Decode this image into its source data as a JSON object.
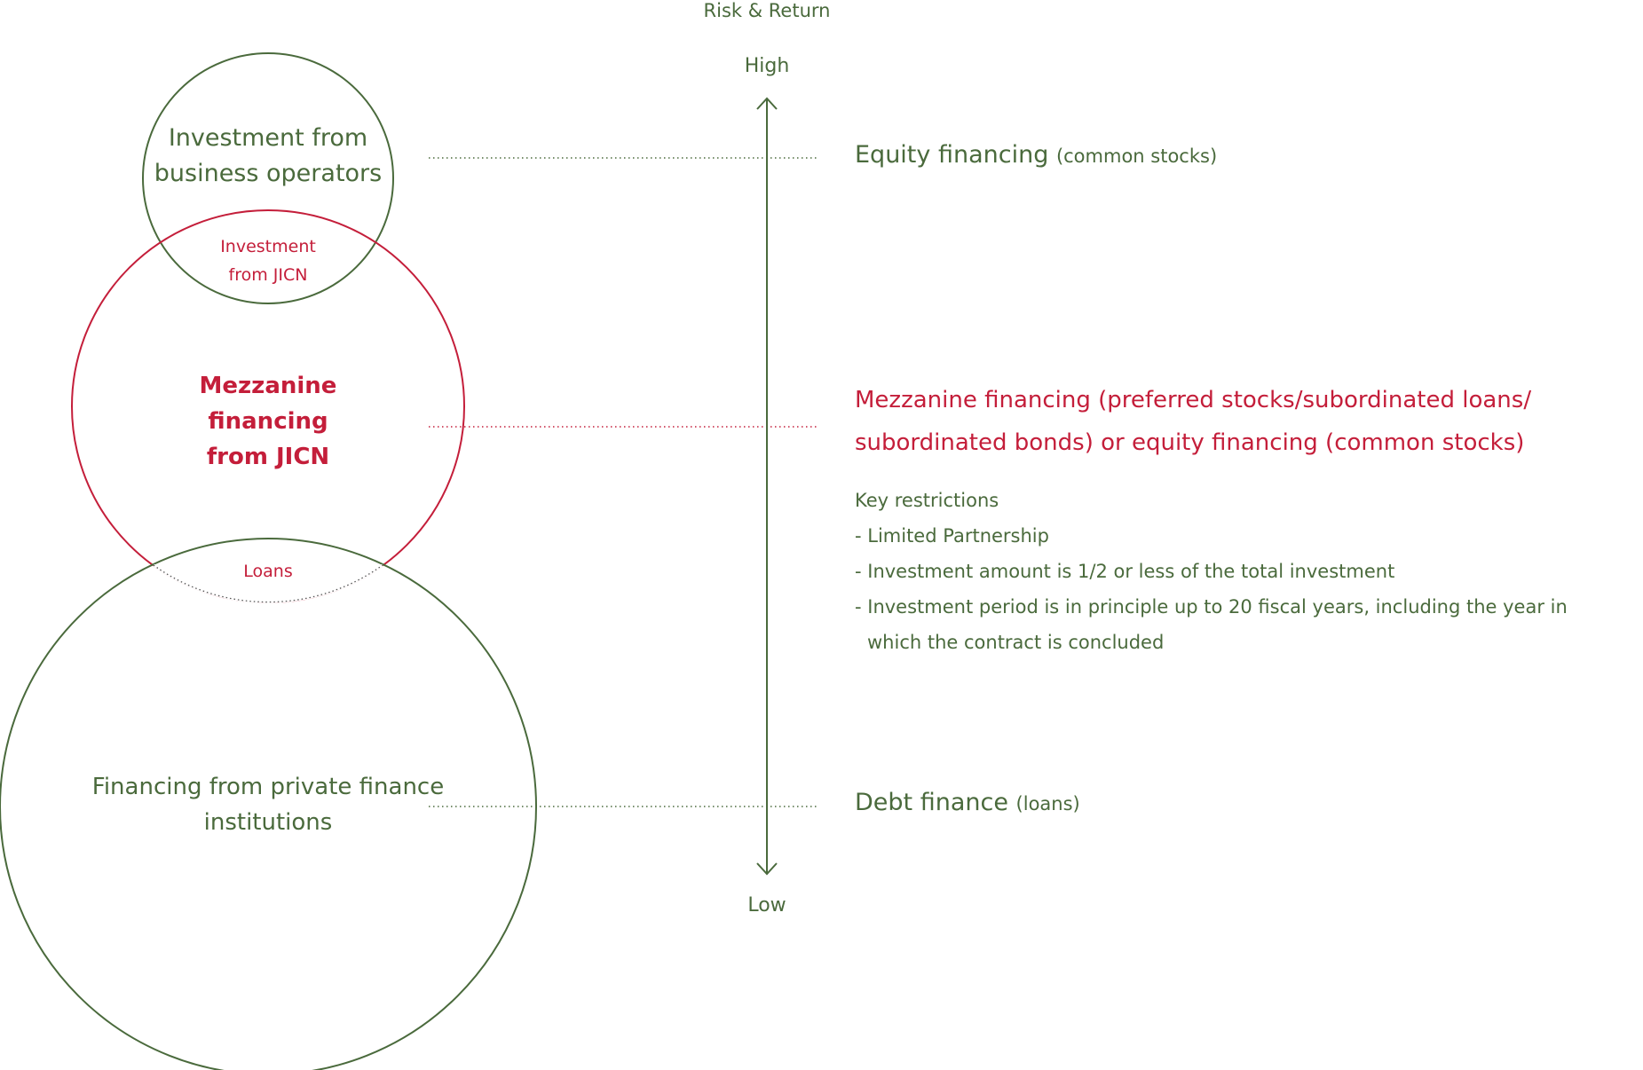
{
  "colors": {
    "green": "#4a6a3c",
    "red": "#c41e3a"
  },
  "axis": {
    "title": "Risk & Return",
    "high": "High",
    "low": "Low"
  },
  "circles": {
    "business": {
      "line1": "Investment from",
      "line2": "business operators"
    },
    "overlap_top": {
      "line1": "Investment",
      "line2": "from JICN"
    },
    "mezzanine": {
      "line1": "Mezzanine",
      "line2": "financing",
      "line3": "from JICN"
    },
    "overlap_bottom": {
      "label": "Loans"
    },
    "private": {
      "line1": "Financing from private finance",
      "line2": "institutions"
    }
  },
  "right": {
    "equity": {
      "main": "Equity financing",
      "sub": "(common stocks)"
    },
    "mezzanine": {
      "line1": "Mezzanine financing (preferred stocks/subordinated loans/",
      "line2": "subordinated bonds) or equity financing (common stocks)"
    },
    "restrictions": {
      "title": "Key restrictions",
      "item1": "- Limited Partnership",
      "item2": "- Investment amount is 1/2 or less of the total investment",
      "item3_line1": "- Investment period is in principle up to 20 fiscal years, including the year in",
      "item3_line2": "which the contract is concluded"
    },
    "debt": {
      "main": "Debt finance",
      "sub": "(loans)"
    }
  }
}
